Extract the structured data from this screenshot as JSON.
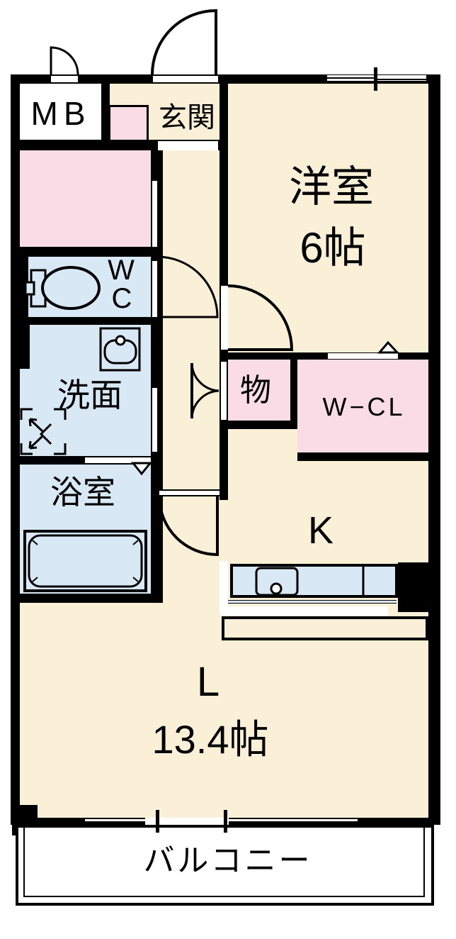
{
  "floorplan": {
    "rooms": {
      "mb": {
        "label": "MB"
      },
      "genkan": {
        "label": "玄関"
      },
      "western_room": {
        "label": "洋室",
        "size": "6帖"
      },
      "toilet": {
        "line1": "W",
        "line2": "C"
      },
      "washroom": {
        "label": "洗面"
      },
      "bathroom": {
        "label": "浴室"
      },
      "storage": {
        "label": "物"
      },
      "walk_in_closet": {
        "label": "W−CL"
      },
      "kitchen": {
        "label": "K"
      },
      "living": {
        "label": "L",
        "size": "13.4帖"
      },
      "balcony": {
        "label": "バルコニー"
      }
    },
    "icons": {
      "toilet": "toilet-icon",
      "washbasin": "washbasin-icon",
      "washing_machine": "washing-machine-pan-icon",
      "bathtub": "bathtub-icon",
      "kitchen_sink": "kitchen-sink-icon",
      "door_swing": "door-swing-arc",
      "folding_door": "folding-door-triangle",
      "window_tick": "window-mullion-tick"
    },
    "colors": {
      "floor_cream": "#FAF0D8",
      "closet_pink": "#FADCE6",
      "wet_area_blue": "#D9E8F5",
      "wall": "#000000",
      "background": "#FFFFFF"
    }
  }
}
